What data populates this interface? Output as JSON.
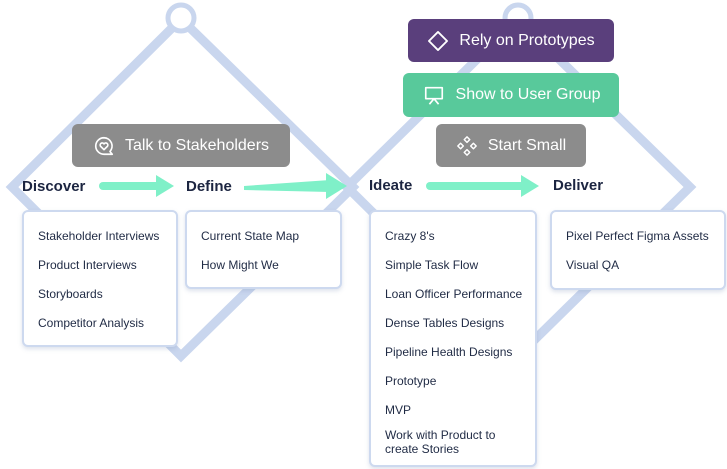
{
  "colors": {
    "frame": "#c9d6ee",
    "arrow": "#7ff0c8",
    "stakeholders_pill": "#8c8c8c",
    "prototypes_pill": "#5a3f7c",
    "user_group_pill": "#58c99b",
    "start_small_pill": "#8c8c8c"
  },
  "pills": {
    "talk_to_stakeholders": {
      "label": "Talk to Stakeholders",
      "icon": "chat-heart-icon"
    },
    "rely_on_prototypes": {
      "label": "Rely on Prototypes",
      "icon": "diamond-icon"
    },
    "show_to_user_group": {
      "label": "Show to User Group",
      "icon": "presentation-icon"
    },
    "start_small": {
      "label": "Start Small",
      "icon": "four-diamonds-icon"
    }
  },
  "phases": {
    "discover": "Discover",
    "define": "Define",
    "ideate": "Ideate",
    "deliver": "Deliver"
  },
  "lists": {
    "discover": [
      "Stakeholder Interviews",
      "Product Interviews",
      "Storyboards",
      "Competitor Analysis"
    ],
    "define": [
      "Current State Map",
      "How Might We"
    ],
    "ideate": [
      "Crazy 8's",
      "Simple Task Flow",
      "Loan Officer Performance",
      "Dense Tables Designs",
      "Pipeline Health Designs",
      "Prototype",
      "MVP",
      "Work with Product to create Stories"
    ],
    "deliver": [
      "Pixel Perfect Figma Assets",
      "Visual QA"
    ]
  }
}
